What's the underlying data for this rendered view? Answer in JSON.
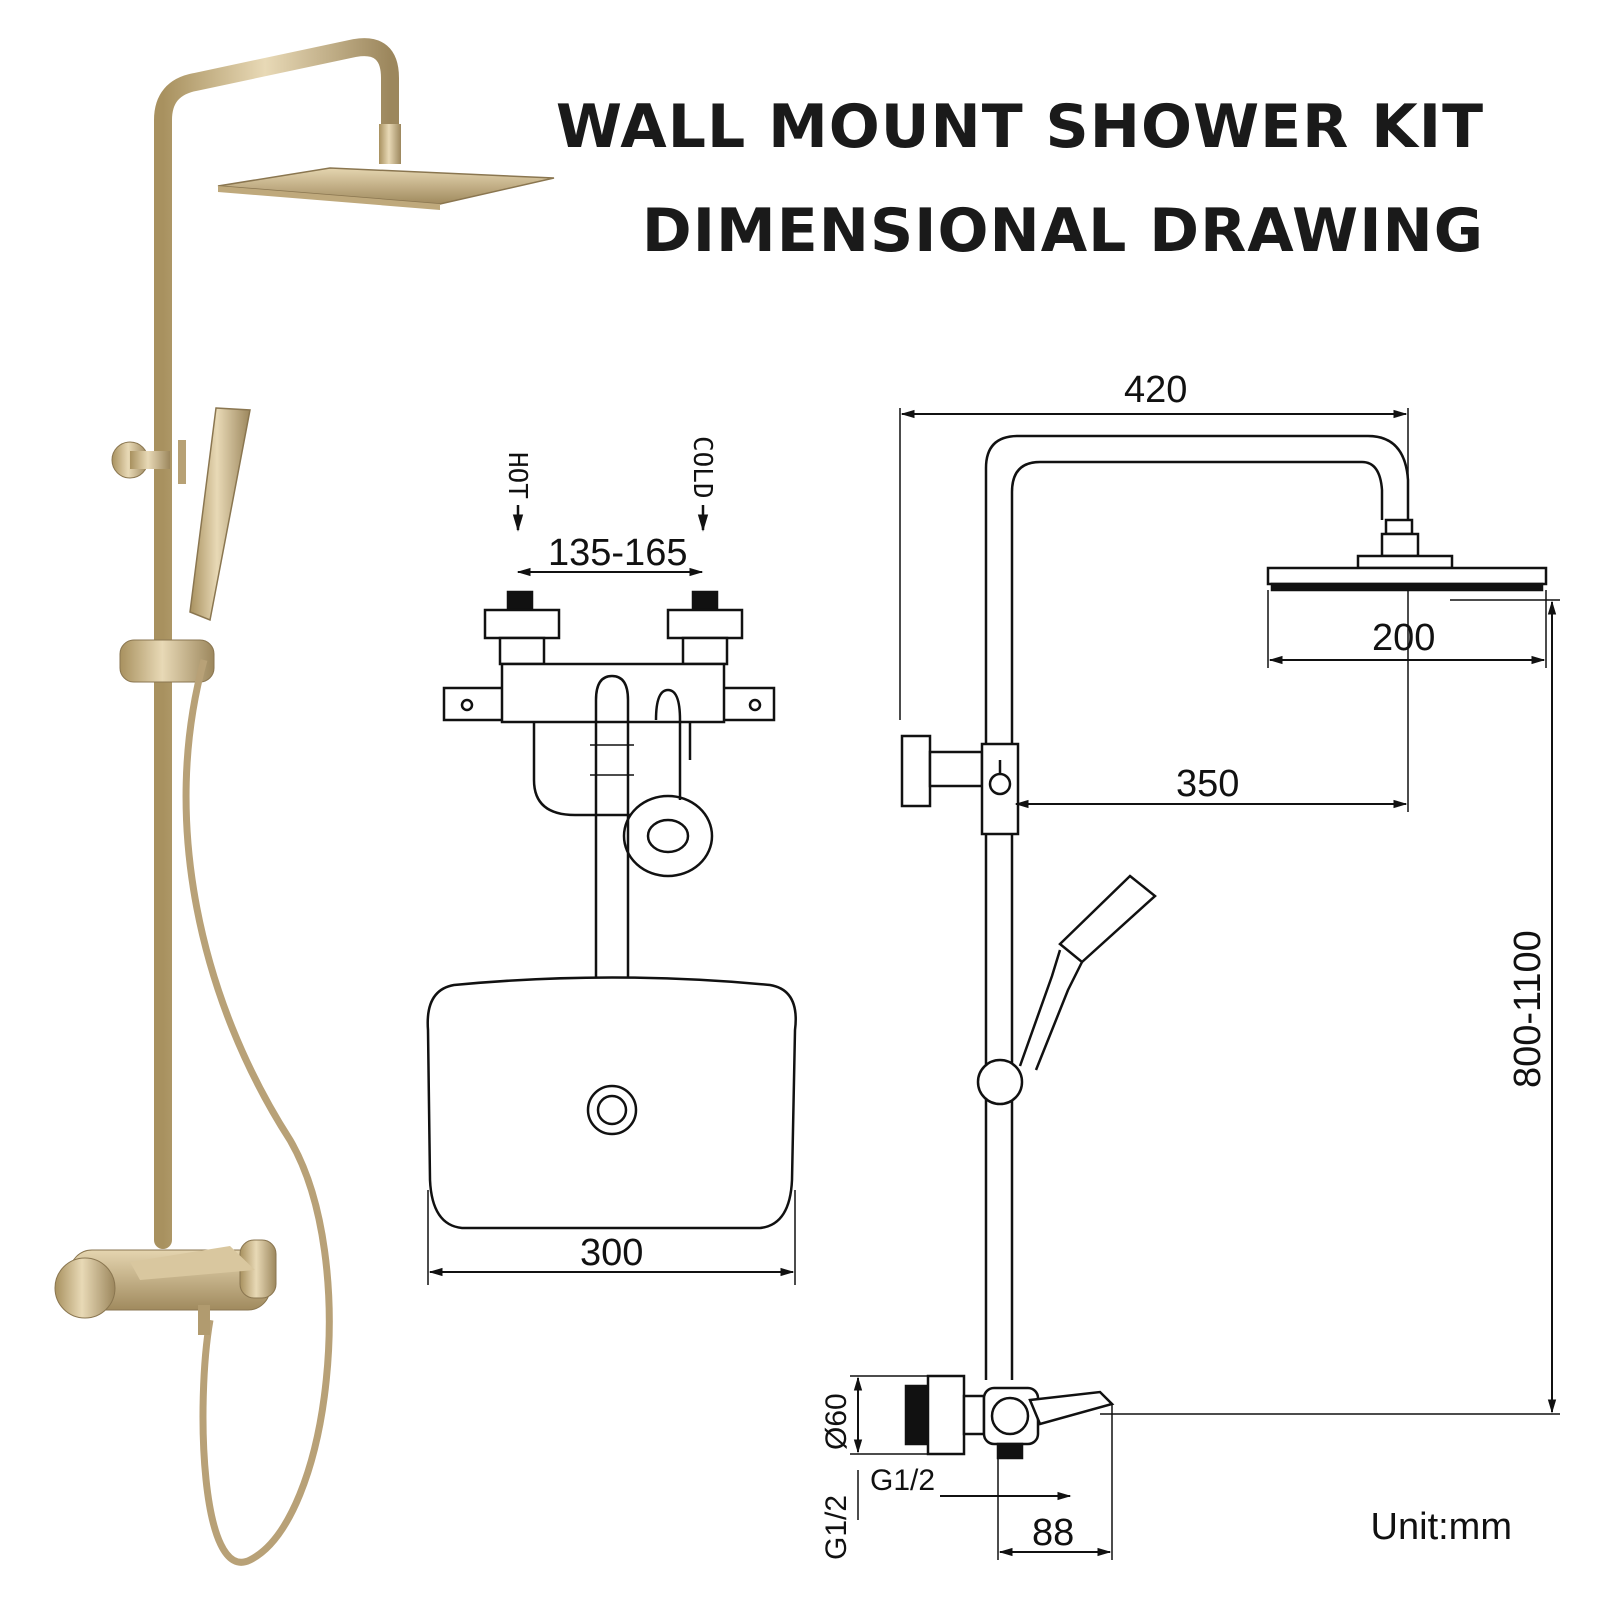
{
  "title": {
    "line1": "WALL MOUNT SHOWER KIT",
    "line2": "DIMENSIONAL DRAWING"
  },
  "unit": "Unit:mm",
  "front_view": {
    "hot_label": "HOT",
    "cold_label": "COLD",
    "inlet_spacing": "135-165",
    "head_width": "300"
  },
  "side_view": {
    "total_width": "420",
    "head_diameter": "200",
    "arm_reach": "350",
    "height_range": "800-1100",
    "flange_diameter": "Ø60",
    "inlet_thread_vertical": "G1/2",
    "inlet_thread_horizontal": "G1/2",
    "wall_offset": "88"
  },
  "colors": {
    "brass": "#c9b48a",
    "brass_dark": "#9c875d",
    "line": "#111111"
  }
}
